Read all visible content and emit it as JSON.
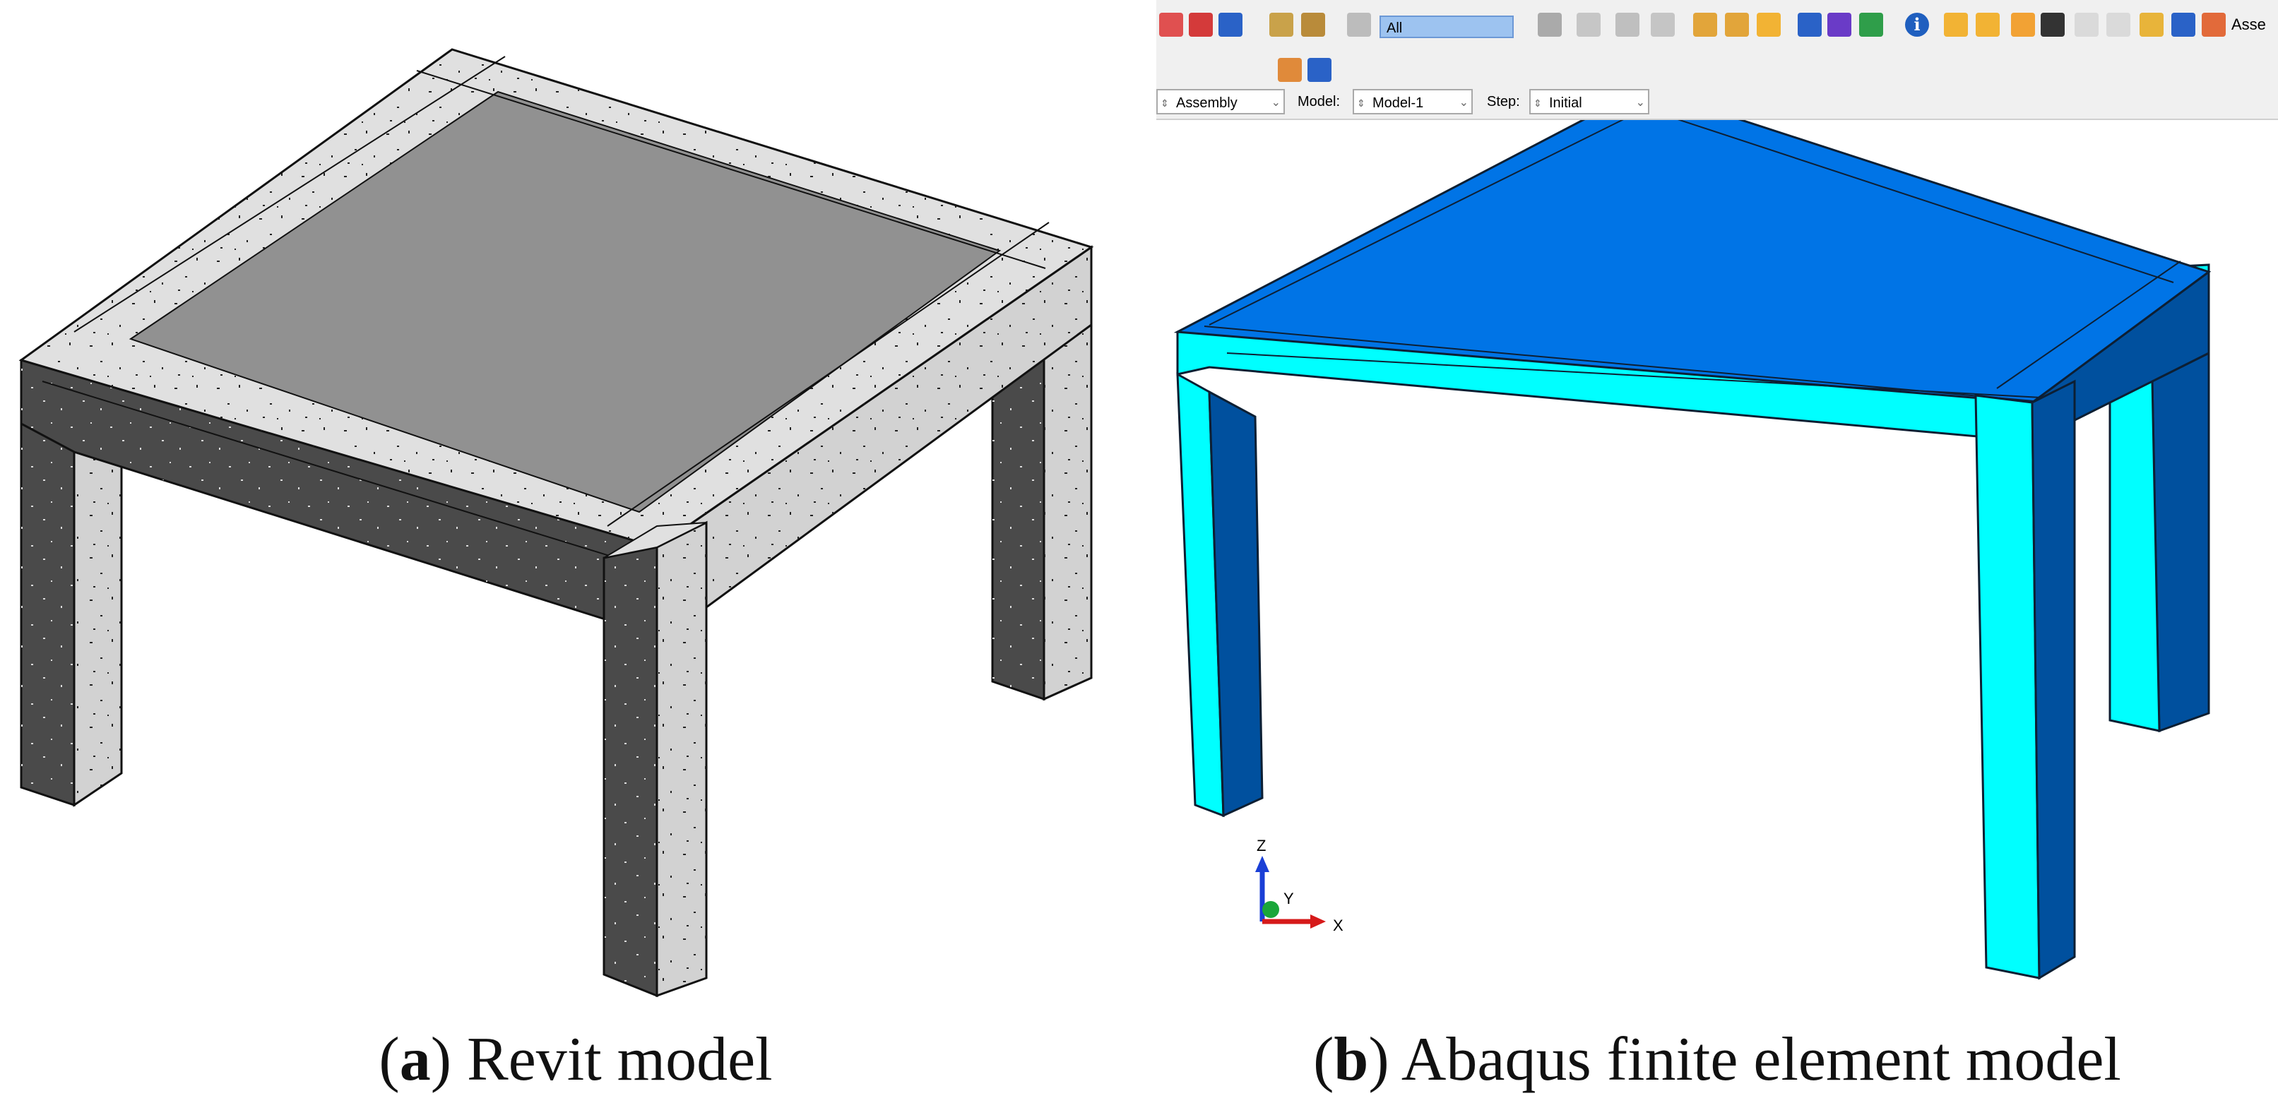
{
  "panel_a": {
    "caption_letter": "a",
    "caption_text": " Revit model",
    "colors": {
      "slab": "#919191",
      "light_face": "#e0e0e0",
      "dark_face": "#4a4a4a",
      "side_face": "#d2d2d2"
    }
  },
  "panel_b": {
    "caption_letter": "b",
    "caption_text": " Abaqus finite element model",
    "toolbar": {
      "selection_filter": "All",
      "module_value": "Assembly",
      "model_label": "Model:",
      "model_value": "Model-1",
      "step_label": "Step:",
      "step_value": "Initial",
      "truncated_text": "Asse",
      "info_glyph": "i",
      "icons": [
        "zoom-icon",
        "fit-view-icon",
        "rotate-icon",
        "pointer-icon",
        "render-icon",
        "query-icon",
        "color-code-icon"
      ]
    },
    "axis_triad": {
      "z": "Z",
      "y": "Y",
      "x": "X"
    },
    "colors": {
      "top": "#0074e6",
      "front_cyan": "#00ffff",
      "side_dark": "#00509e",
      "edge": "#0d1f33"
    }
  }
}
